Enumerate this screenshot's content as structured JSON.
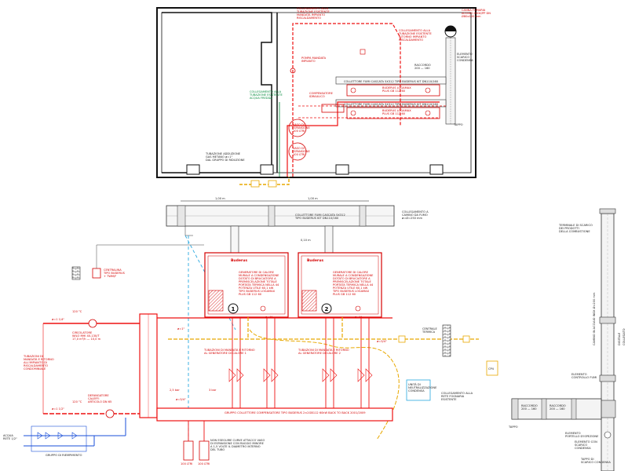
{
  "colors": {
    "supply": "#ee1111",
    "return": "#d40000",
    "gas": "#e8a800",
    "cold_water": "#1a4fd8",
    "condensate": "#29a8e0",
    "wall": "#111111",
    "label_red": "#d40000",
    "label_green": "#008a3a"
  },
  "plan": {
    "notes": [
      {
        "id": "n1",
        "color": "red",
        "lines": [
          "COLLEGAMENTO ALLA",
          "TUBAZIONE ESISTENTE",
          "MANDATA IMPIANTO",
          "RISCALDAMENTO"
        ]
      },
      {
        "id": "n2",
        "color": "red",
        "lines": [
          "COLLEGAMENTO ALLA",
          "TUBAZIONE ESISTENTE",
          "RITORNO IMPIANTO",
          "RISCALDAMENTO"
        ]
      },
      {
        "id": "n3",
        "color": "red",
        "lines": [
          "CANNA FUMARIA",
          "ACCIAIO INOX/PP DN",
          "Ø80x120 mm"
        ]
      },
      {
        "id": "n4",
        "color": "red",
        "lines": [
          "POMPA MANDATA",
          "IMPIANTO"
        ]
      },
      {
        "id": "n5",
        "color": "black",
        "lines": [
          "RACCORDO",
          "200 — 160"
        ]
      },
      {
        "id": "n6",
        "color": "black",
        "lines": [
          "COLLETTORE FUMI CASCATA 5X312 TIPO BUDERUS KIT DN110/160"
        ]
      },
      {
        "id": "n7",
        "color": "black",
        "lines": [
          "COLLETTORE FUMI CASCATA 5X312 TIPO BUDERUS KIT DN110/160"
        ]
      },
      {
        "id": "n8",
        "color": "red",
        "lines": [
          "BUDERUS LOGAMAX",
          "PLUS GB 112 60"
        ]
      },
      {
        "id": "n9",
        "color": "red",
        "lines": [
          "BUDERUS LOGAMAX",
          "PLUS GB 112 60"
        ]
      },
      {
        "id": "n10",
        "color": "green",
        "lines": [
          "COLLEGAMENTO ALLA",
          "TUBAZIONE ESISTENTE",
          "ACQUA FREDDA"
        ]
      },
      {
        "id": "n11",
        "color": "red",
        "lines": [
          "COMPENSATORE",
          "IDRAULICO"
        ]
      },
      {
        "id": "n12",
        "color": "red",
        "lines": [
          "VASO DI",
          "ESPANSIONE",
          "100 LTRI"
        ]
      },
      {
        "id": "n13",
        "color": "red",
        "lines": [
          "VASO DI",
          "ESPANSIONE",
          "100 LTRI"
        ]
      },
      {
        "id": "n14",
        "color": "black",
        "lines": [
          "TUBAZIONE ADDUZIONE",
          "GAS METANO ø=1\"",
          "DAL GRUPPO DI RIDUZIONE"
        ]
      },
      {
        "id": "n15",
        "color": "black",
        "lines": [
          "TAPPO"
        ]
      },
      {
        "id": "n16",
        "color": "black",
        "lines": [
          "ELEMENTO",
          "SCARICO",
          "CONDENSA"
        ]
      }
    ]
  },
  "schema": {
    "dim_labels": [
      "1,00 m",
      "1,00 m",
      "0,10 m"
    ],
    "flue_collector": [
      "COLLETTORE FUMI CASCATA 5X312",
      "TIPO BUDERUS KIT DN110/160"
    ],
    "flue_connection": [
      "COLLEGAMENTO A",
      "CAMINO DA FUMO",
      "ø=Ø=250 mm"
    ],
    "boiler_brand": "Buderus",
    "boiler1": {
      "number": "1",
      "lines": [
        "GENERATORE DI CALORE",
        "MURALE A CONDENSAZIONE",
        "DOTATO DI BRUCIATORE A",
        "PREMISCELAZIONE TOTALE",
        "PORTATA TERMICA NELLA 44",
        "POTENZA UTILE 60,1 kW",
        "TIPO BUDERUS LOGAMAX",
        "PLUS GB 112 60"
      ]
    },
    "boiler2": {
      "number": "2",
      "lines": [
        "GENERATORE DI CALORE",
        "MURALE A CONDENSAZIONE",
        "DOTATO DI BRUCIATORE A",
        "PREMISCELAZIONE TOTALE",
        "PORTATA TERMICA NELLA 44",
        "POTENZA UTILE 60,1 kW",
        "TIPO BUDERUS LOGAMAX",
        "PLUS GB 112 60"
      ]
    },
    "control_unit": [
      "CENTRALINA",
      "TIPO BUDERUS",
      "+ TWM/F"
    ],
    "circulator": [
      "CIRCOLATORE",
      "WILO MHI 40-130/T",
      "17,0 m³/h — 10,0 m"
    ],
    "supply_label": [
      "TUBAZIONI DI",
      "MANDATA E RITORNO",
      "ALL'IMPIANTO DI",
      "RISCALDAMENTO",
      "CONDOMINIALE"
    ],
    "temp_labels": [
      "120 °C",
      "120 °C"
    ],
    "degasser": [
      "DEFANGATORE",
      "CALEFFI",
      "ARTICOLO DN 65"
    ],
    "water_inlet": [
      "ACQUA",
      "RETE 1/2\""
    ],
    "filling_group": "GRUPPO DI RIEMPIMENTO",
    "boiler_pipes_1": [
      "TUBAZIONI DI MANDATA E RITORNO",
      "AL GENERATORE DI CALORE 1"
    ],
    "boiler_pipes_2": [
      "TUBAZIONI DI MANDATA E RITORNO",
      "AL GENERATORE DI CALORE 2"
    ],
    "manifold": "GRUPPO COLLETTORE COMPENSATORE TIPO BUDERUS 2×2GB112 60kW BACK TO BACK 2001/2009",
    "thermal_unit": [
      "CENTRALE",
      "TERMICA"
    ],
    "condensate_unit": [
      "UNITÀ DI",
      "NEUTRALIZZAZIONE",
      "CONDENSA"
    ],
    "condensate_drain": [
      "COLLEGAMENTO ALLA",
      "RETE FOGNARIA",
      "ESISTENTE"
    ],
    "expansion_note": [
      "NON ESEGUIRE CURVE ATTACCO VASO",
      "DI ESPANSIONE CON RAGGIO MINORE",
      "A 1,5 VOLTE IL DIAMETRO INTERNO",
      "DEL TUBO"
    ],
    "vessel_labels": [
      "100 LTRI",
      "100 LTRI"
    ],
    "ctrl_pressure": [
      "2,5 bar",
      "3 bar"
    ],
    "gas_meter": "CP4",
    "pipe_sizes": [
      "ø=1\"",
      "ø=1\"",
      "ø=1\"",
      "ø=1 1/2\"",
      "ø=3/4\"",
      "ø=3/4\"",
      "ø=1 1/4\""
    ]
  },
  "flue": {
    "lines": [
      [
        "TERMINALE DI SCARICO",
        "DEI PRODOTTI",
        "DELLA COMBUSTIONE"
      ],
      [
        "ELEMENTO",
        "CONTROLLO FUMI"
      ],
      [
        "RACCORDO",
        "200 — 160"
      ],
      [
        "RACCORDO",
        "200 — 160"
      ],
      [
        "ELEMENTO",
        "PORTELLO D'ISPEZIONE"
      ],
      [
        "ELEMENTO CON",
        "SCARICO",
        "CONDENSA"
      ],
      [
        "TAPPO DI",
        "SCARICO CONDENSA"
      ],
      [
        "TAPPO"
      ]
    ],
    "vertical_labels": [
      "CAMINO IN ACCIAIO INOX Ø=200 mm",
      "DIGITALE",
      "COLLEGATO"
    ]
  }
}
